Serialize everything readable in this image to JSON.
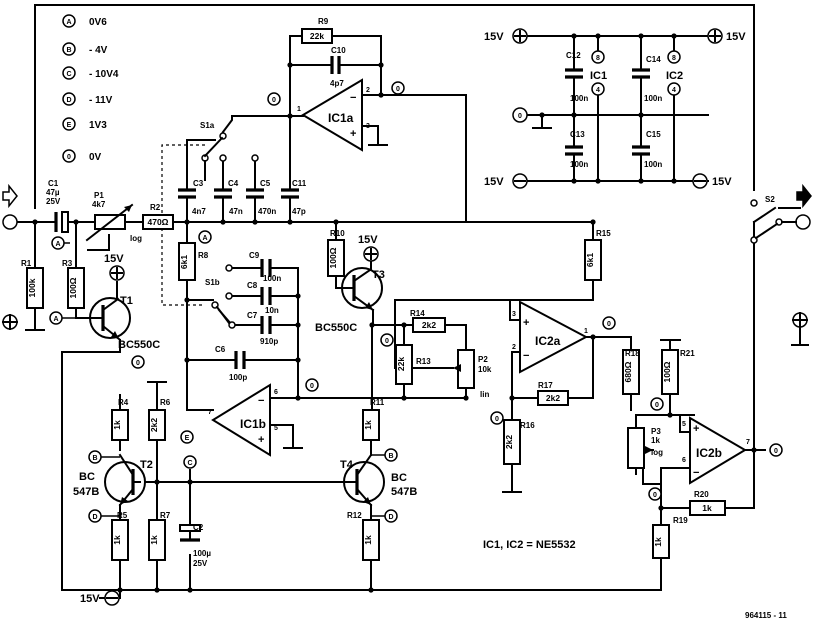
{
  "legend": [
    {
      "node": "A",
      "voltage": "0V6"
    },
    {
      "node": "B",
      "voltage": "- 4V"
    },
    {
      "node": "C",
      "voltage": "- 10V4"
    },
    {
      "node": "D",
      "voltage": "- 11V"
    },
    {
      "node": "E",
      "voltage": "1V3"
    },
    {
      "node": "0",
      "voltage": "0V"
    }
  ],
  "opamps": {
    "ic1a": "IC1a",
    "ic1b": "IC1b",
    "ic2a": "IC2a",
    "ic2b": "IC2b"
  },
  "supply": {
    "pos": "15V",
    "neg": "15V",
    "zero": "0",
    "ic1": "IC1",
    "ic2": "IC2",
    "pin8": "8",
    "pin4": "4",
    "c12": "C12",
    "c13": "C13",
    "c14": "C14",
    "c15": "C15",
    "cval": "100n"
  },
  "resistors": {
    "r1": {
      "ref": "R1",
      "val": "100k"
    },
    "r2": {
      "ref": "R2",
      "val": "470Ω"
    },
    "r3": {
      "ref": "R3",
      "val": "100Ω"
    },
    "r4": {
      "ref": "R4",
      "val": "1k"
    },
    "r5": {
      "ref": "R5",
      "val": "1k"
    },
    "r6": {
      "ref": "R6",
      "val": "2k2"
    },
    "r7": {
      "ref": "R7",
      "val": "1k"
    },
    "r8": {
      "ref": "R8",
      "val": "6k1"
    },
    "r9": {
      "ref": "R9",
      "val": "22k"
    },
    "r10": {
      "ref": "R10",
      "val": "100Ω"
    },
    "r11": {
      "ref": "R11",
      "val": "1k"
    },
    "r12": {
      "ref": "R12",
      "val": "1k"
    },
    "r13": {
      "ref": "R13",
      "val": "22k"
    },
    "r14": {
      "ref": "R14",
      "val": "2k2"
    },
    "r15": {
      "ref": "R15",
      "val": "6k1"
    },
    "r16": {
      "ref": "R16",
      "val": "2k2"
    },
    "r17": {
      "ref": "R17",
      "val": "2k2"
    },
    "r18": {
      "ref": "R18",
      "val": "680Ω"
    },
    "r19": {
      "ref": "R19",
      "val": "1k"
    },
    "r20": {
      "ref": "R20",
      "val": "1k"
    },
    "r21": {
      "ref": "R21",
      "val": "100Ω"
    }
  },
  "capacitors": {
    "c1": {
      "ref": "C1",
      "val": "47µ",
      "volt": "25V"
    },
    "c2": {
      "ref": "C2",
      "val": "100µ",
      "volt": "25V"
    },
    "c3": {
      "ref": "C3",
      "val": "4n7"
    },
    "c4": {
      "ref": "C4",
      "val": "47n"
    },
    "c5": {
      "ref": "C5",
      "val": "470n"
    },
    "c6": {
      "ref": "C6",
      "val": "100p"
    },
    "c7": {
      "ref": "C7",
      "val": "910p"
    },
    "c8": {
      "ref": "C8",
      "val": "10n"
    },
    "c9": {
      "ref": "C9",
      "val": "100n"
    },
    "c10": {
      "ref": "C10",
      "val": "4p7"
    },
    "c11": {
      "ref": "C11",
      "val": "47p"
    }
  },
  "pots": {
    "p1": {
      "ref": "P1",
      "val": "4k7",
      "taper": "log"
    },
    "p2": {
      "ref": "P2",
      "val": "10k",
      "taper": "lin"
    },
    "p3": {
      "ref": "P3",
      "val": "1k",
      "taper": "log"
    }
  },
  "transistors": {
    "t1": {
      "ref": "T1",
      "type": "BC550C"
    },
    "t2": {
      "ref": "T2",
      "type1": "BC",
      "type2": "547B"
    },
    "t3": {
      "ref": "T3",
      "type": "BC550C"
    },
    "t4": {
      "ref": "T4",
      "type1": "BC",
      "type2": "547B"
    }
  },
  "switches": {
    "s1a": "S1a",
    "s1b": "S1b",
    "s2": "S2"
  },
  "rails": {
    "v15": "15V"
  },
  "node_labels": {
    "a": "A",
    "b": "B",
    "c": "C",
    "d": "D",
    "e": "E",
    "zero": "0"
  },
  "pins": {
    "p1": "1",
    "p2": "2",
    "p3": "3",
    "p5": "5",
    "p6": "6",
    "p7": "7"
  },
  "note": "IC1, IC2 = NE5532",
  "code": "964115 - 11"
}
